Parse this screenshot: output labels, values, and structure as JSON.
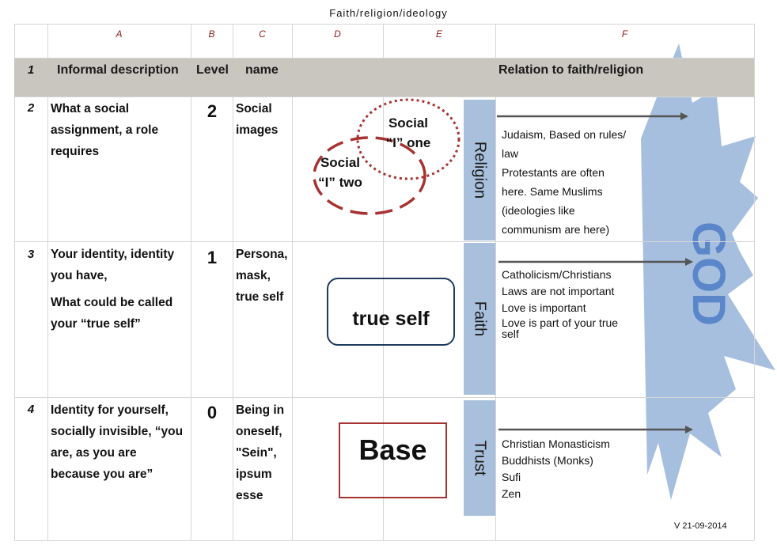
{
  "document": {
    "title": "Faith/religion/ideology",
    "version": "V 21-09-2014"
  },
  "columns": [
    "A",
    "B",
    "C",
    "D",
    "E",
    "F"
  ],
  "header_row": {
    "number": "1",
    "description": "Informal description",
    "level": "Level",
    "name": "name",
    "relation": "Relation to faith/religion"
  },
  "rows": [
    {
      "number": "2",
      "description": [
        "What a social",
        "assignment, a role",
        "requires"
      ],
      "level": "2",
      "name": [
        "Social",
        "images"
      ],
      "bar_label": "Religion",
      "relation": [
        "Judaism, Based on rules/",
        "law",
        "Protestants are often",
        "here. Same  Muslims",
        "(ideologies like",
        "communism are here)"
      ]
    },
    {
      "number": "3",
      "description": [
        "Your identity, identity",
        "you have,",
        "What could be called",
        "your “true self”"
      ],
      "level": "1",
      "name": [
        "Persona,",
        "mask,",
        "true self"
      ],
      "bar_label": "Faith",
      "relation": [
        "Catholicism/Christians",
        "Laws are not important",
        "Love is important",
        "Love is part of your true",
        "self"
      ]
    },
    {
      "number": "4",
      "description": [
        "Identity for yourself,",
        "socially invisible, “you",
        "are, as you are",
        "because you are”"
      ],
      "level": "0",
      "name": [
        "Being in",
        "oneself,",
        "\"Sein\",",
        "ipsum",
        "esse"
      ],
      "bar_label": "Trust",
      "relation": [
        "Christian Monasticism",
        "Buddhists (Monks)",
        "Sufi",
        "Zen"
      ]
    }
  ],
  "diagram": {
    "circle_one": [
      "Social",
      "“I” one"
    ],
    "circle_two": [
      "Social",
      "“I” two"
    ],
    "true_self_box": "true self",
    "base_box": "Base",
    "god_label": "GOD"
  },
  "colors": {
    "header_band": "#c9c5bf",
    "column_letters": "#8b1a1a",
    "side_bars": "#a9c0dc",
    "god_burst": "#a6bfdf",
    "god_text": "#5b86c9",
    "base_border": "#a83232",
    "true_self_border": "#1f3a5f",
    "arrows": "#555555"
  }
}
